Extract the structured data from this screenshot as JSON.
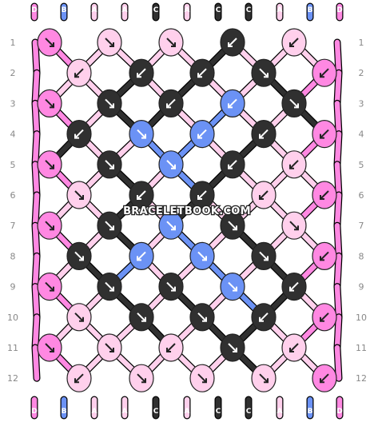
{
  "colors": {
    "A": "#ffd0ec",
    "B": "#6b92f5",
    "C": "#303030",
    "D": "#ff88e2"
  },
  "strands_top": [
    "D",
    "B",
    "A",
    "A",
    "C",
    "A",
    "C",
    "C",
    "A",
    "B",
    "D"
  ],
  "strands_bottom": [
    "D",
    "B",
    "A",
    "A",
    "C",
    "A",
    "C",
    "C",
    "A",
    "B",
    "D"
  ],
  "row_labels": [
    "1",
    "2",
    "3",
    "4",
    "5",
    "6",
    "7",
    "8",
    "9",
    "10",
    "11",
    "12"
  ],
  "watermark": "BRACELETBOOK.COM",
  "knots": {
    "odd_rows": [
      {
        "row": 1,
        "knots": [
          [
            "D",
            "br"
          ],
          [
            "A",
            "br"
          ],
          [
            "A",
            "br"
          ],
          [
            "C",
            "bl"
          ],
          [
            "A",
            "bl"
          ]
        ]
      },
      {
        "row": 3,
        "knots": [
          [
            "D",
            "br"
          ],
          [
            "C",
            "br"
          ],
          [
            "C",
            "bl"
          ],
          [
            "B",
            "bl"
          ],
          [
            "C",
            "br"
          ]
        ]
      },
      {
        "row": 5,
        "knots": [
          [
            "D",
            "br"
          ],
          [
            "C",
            "br"
          ],
          [
            "B",
            "br"
          ],
          [
            "C",
            "bl"
          ],
          [
            "A",
            "bl"
          ]
        ]
      },
      {
        "row": 7,
        "knots": [
          [
            "D",
            "br"
          ],
          [
            "C",
            "br"
          ],
          [
            "B",
            "br"
          ],
          [
            "C",
            "br"
          ],
          [
            "A",
            "br"
          ]
        ]
      },
      {
        "row": 9,
        "knots": [
          [
            "D",
            "br"
          ],
          [
            "C",
            "br"
          ],
          [
            "C",
            "br"
          ],
          [
            "B",
            "br"
          ],
          [
            "C",
            "bl"
          ]
        ]
      },
      {
        "row": 11,
        "knots": [
          [
            "D",
            "br"
          ],
          [
            "A",
            "br"
          ],
          [
            "A",
            "bl"
          ],
          [
            "C",
            "br"
          ],
          [
            "A",
            "bl"
          ]
        ]
      }
    ],
    "even_rows": [
      {
        "row": 2,
        "knots": [
          [
            "A",
            "bl"
          ],
          [
            "C",
            "bl"
          ],
          [
            "C",
            "bl"
          ],
          [
            "C",
            "br"
          ],
          [
            "D",
            "bl"
          ]
        ]
      },
      {
        "row": 4,
        "knots": [
          [
            "C",
            "bl"
          ],
          [
            "B",
            "br"
          ],
          [
            "B",
            "bl"
          ],
          [
            "C",
            "bl"
          ],
          [
            "D",
            "bl"
          ]
        ]
      },
      {
        "row": 6,
        "knots": [
          [
            "A",
            "br"
          ],
          [
            "C",
            "bl"
          ],
          [
            "C",
            "bl"
          ],
          [
            "A",
            "bl"
          ],
          [
            "D",
            "bl"
          ]
        ]
      },
      {
        "row": 8,
        "knots": [
          [
            "C",
            "br"
          ],
          [
            "B",
            "bl"
          ],
          [
            "B",
            "br"
          ],
          [
            "C",
            "br"
          ],
          [
            "D",
            "bl"
          ]
        ]
      },
      {
        "row": 10,
        "knots": [
          [
            "A",
            "br"
          ],
          [
            "C",
            "br"
          ],
          [
            "C",
            "br"
          ],
          [
            "C",
            "bl"
          ],
          [
            "D",
            "bl"
          ]
        ]
      },
      {
        "row": 12,
        "knots": [
          [
            "A",
            "bl"
          ],
          [
            "A",
            "br"
          ],
          [
            "A",
            "br"
          ],
          [
            "A",
            "br"
          ],
          [
            "D",
            "bl"
          ]
        ]
      }
    ]
  }
}
